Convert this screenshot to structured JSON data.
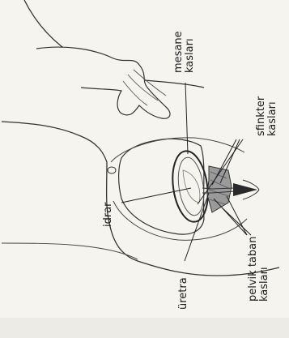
{
  "labels": {
    "bladder_muscles": {
      "line1": "mesane",
      "line2": "kasları"
    },
    "sphincter_muscles": {
      "line1": "sfinkter",
      "line2": "kasları"
    },
    "urine": "idrar",
    "pelvic_floor_muscles": {
      "line1": "pelvik taban",
      "line2": "kasları"
    },
    "urethra": "üretra"
  },
  "colors": {
    "ink": "#2a2a2a",
    "paper": "#f6f4ef",
    "muscle_shade": "#9a9a9a"
  }
}
